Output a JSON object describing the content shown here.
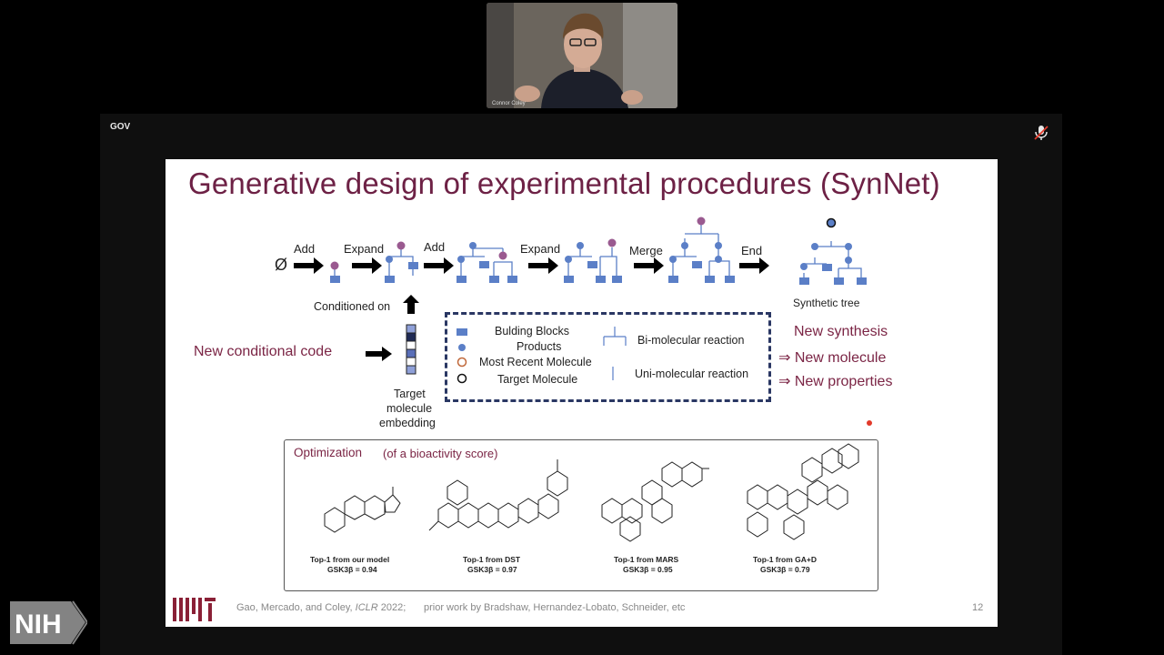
{
  "meeting": {
    "share_label": "GOV",
    "speaker_name": "Connor Coley"
  },
  "slide": {
    "title": "Generative design of experimental procedures (SynNet)",
    "empty_set": "Ø",
    "actions": [
      "Add",
      "Expand",
      "Add",
      "Expand",
      "Merge",
      "End"
    ],
    "synthetic_tree_label": "Synthetic tree",
    "conditioned_on": "Conditioned on",
    "new_conditional_code": "New conditional code",
    "embedding_label_1": "Target",
    "embedding_label_2": "molecule",
    "embedding_label_3": "embedding",
    "legend": {
      "building_blocks": "Bulding Blocks",
      "products": "Products",
      "most_recent": "Most Recent Molecule",
      "target": "Target Molecule",
      "bi_reaction": "Bi-molecular reaction",
      "uni_reaction": "Uni-molecular reaction"
    },
    "outcomes": [
      "New synthesis",
      "⇒ New molecule",
      "⇒ New properties"
    ],
    "optimization": {
      "title": "Optimization",
      "subtitle": "(of a bioactivity score)",
      "results": [
        {
          "label": "Top-1 from our model",
          "score": "GSK3β = 0.94"
        },
        {
          "label": "Top-1 from DST",
          "score": "GSK3β = 0.97"
        },
        {
          "label": "Top-1 from MARS",
          "score": "GSK3β = 0.95"
        },
        {
          "label": "Top-1 from GA+D",
          "score": "GSK3β = 0.79"
        }
      ]
    },
    "footer": {
      "logo_text": "MIT",
      "citation_authors": "Gao, Mercado, and Coley, ",
      "citation_venue": "ICLR",
      "citation_year": " 2022;",
      "prior_work": "prior work by Bradshaw, Hernandez-Lobato, Schneider, etc",
      "page_number": "12"
    }
  },
  "watermark": {
    "text": "NIH"
  },
  "colors": {
    "maroon": "#6d2145",
    "node_blue": "#5b7fc7",
    "node_purple": "#9a5a90",
    "legend_border": "#2a3763"
  }
}
